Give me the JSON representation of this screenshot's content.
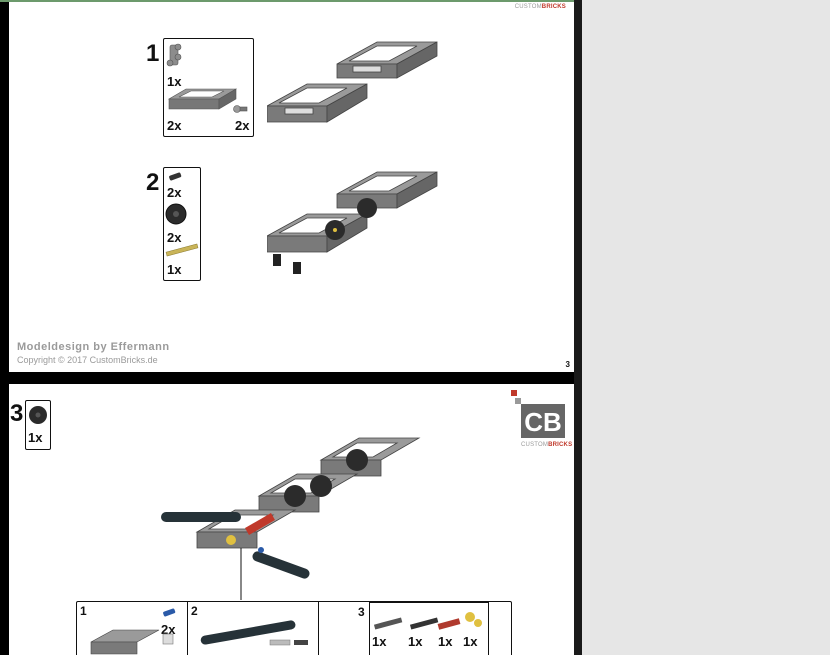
{
  "pages": [
    {
      "brand": {
        "prefix": "CUSTOM",
        "accent": "BRICKS"
      },
      "steps": [
        {
          "number": "1",
          "quantities": [
            "1x",
            "2x",
            "2x"
          ]
        },
        {
          "number": "2",
          "quantities": [
            "2x",
            "2x",
            "1x"
          ]
        }
      ],
      "footer": {
        "design_credit": "Modeldesign by Effermann",
        "copyright": "Copyright © 2017  CustomBricks.de"
      },
      "page_number": "3"
    },
    {
      "brand": {
        "prefix": "CUSTOM",
        "accent": "BRICKS",
        "logo_letters": "CB"
      },
      "step": {
        "number": "3",
        "quantities": [
          "1x"
        ]
      },
      "substeps": [
        {
          "number": "1",
          "quantities": [
            "2x"
          ]
        },
        {
          "number": "2"
        },
        {
          "number": "3",
          "quantities": [
            "1x",
            "1x",
            "1x",
            "1x"
          ]
        }
      ]
    }
  ],
  "colors": {
    "accent": "#c0392b",
    "frame_gray": "#8a8a8a",
    "background": "#e6e6e6"
  }
}
